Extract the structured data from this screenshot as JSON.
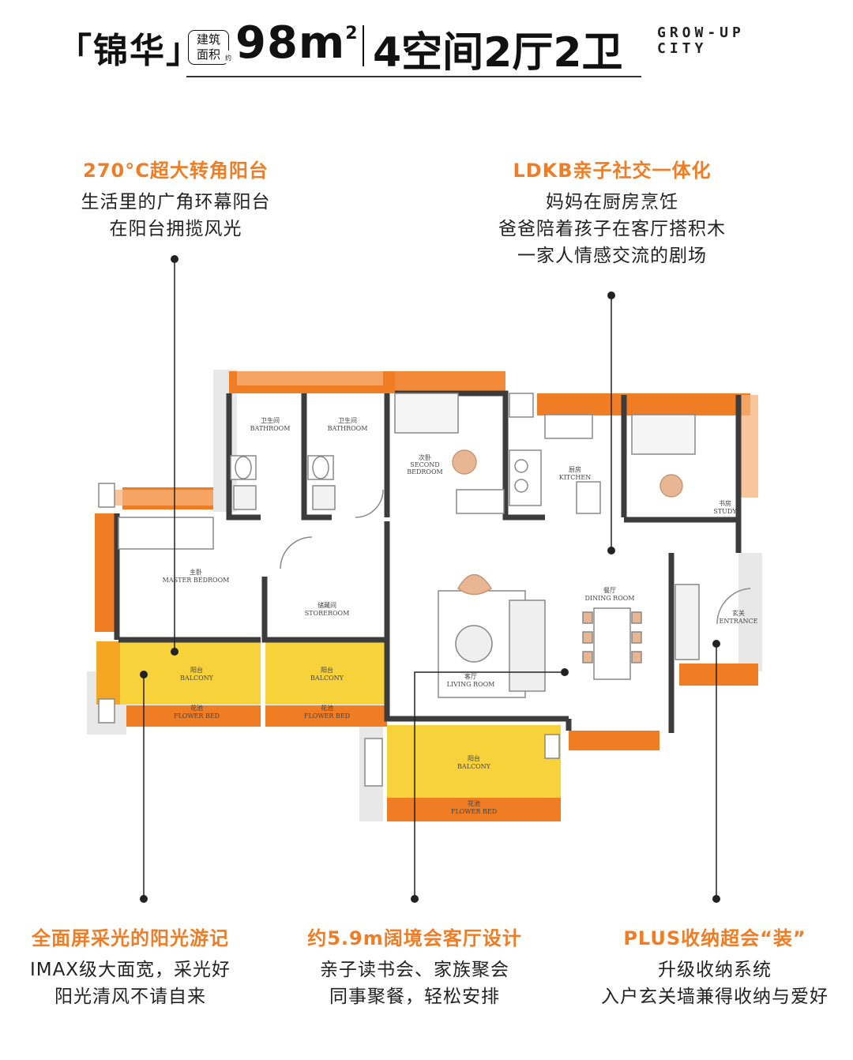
{
  "header": {
    "brand": "「锦华」",
    "area_label_line1": "建筑",
    "area_label_line2": "面积",
    "area_label_approx": "约",
    "area_value": "98m",
    "area_unit_sup": "2",
    "layout": "4空间2厅2卫",
    "logo_line1": "GROW-UP",
    "logo_line2": "CITY"
  },
  "callouts": {
    "balcony": {
      "title": "270°C超大转角阳台",
      "lines": [
        "生活里的广角环幕阳台",
        "在阳台拥揽风光"
      ]
    },
    "ldkb": {
      "title": "LDKB亲子社交一体化",
      "lines": [
        "妈妈在厨房烹饪",
        "爸爸陪着孩子在客厅搭积木",
        "一家人情感交流的剧场"
      ]
    },
    "sunlight": {
      "title": "全面屏采光的阳光游记",
      "lines": [
        "IMAX级大面宽，采光好",
        "阳光清风不请自来"
      ]
    },
    "living": {
      "title": "约5.9m阔境会客厅设计",
      "lines": [
        "亲子读书会、家族聚会",
        "同事聚餐，轻松安排"
      ]
    },
    "storage": {
      "title": "PLUS收纳超会“装”",
      "lines": [
        "升级收纳系统",
        "入户玄关墙兼得收纳与爱好"
      ]
    }
  },
  "rooms": {
    "bath1": [
      "卫生间",
      "BATHROOM"
    ],
    "bath2": [
      "卫生间",
      "BATHROOM"
    ],
    "second_bedroom": [
      "次卧",
      "SECOND",
      "BEDROOM"
    ],
    "kitchen": [
      "厨房",
      "KITCHEN"
    ],
    "study": [
      "书房",
      "STUDY"
    ],
    "master": [
      "主卧",
      "MASTER BEDROOM"
    ],
    "storeroom": [
      "储藏间",
      "STOREROOM"
    ],
    "dining": [
      "餐厅",
      "DINING ROOM"
    ],
    "entrance": [
      "玄关",
      "ENTRANCE"
    ],
    "balcony1": [
      "阳台",
      "BALCONY"
    ],
    "balcony2": [
      "阳台",
      "BALCONY"
    ],
    "living_room": [
      "客厅",
      "LIVING ROOM"
    ],
    "flower1": [
      "花池",
      "FLOWER BED"
    ],
    "flower2": [
      "花池",
      "FLOWER BED"
    ],
    "balcony3": [
      "阳台",
      "BALCONY"
    ],
    "flower3": [
      "花池",
      "FLOWER BED"
    ]
  },
  "colors": {
    "accent_orange": "#f07c24",
    "balcony_yellow": "#f7d23a",
    "wall": "#444444"
  }
}
